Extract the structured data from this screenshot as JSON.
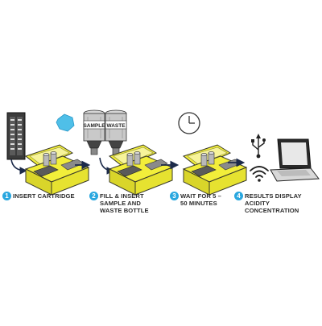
{
  "steps": [
    {
      "number": "1",
      "text": "INSERT CARTRIDGE"
    },
    {
      "number": "2",
      "text": "FILL & INSERT SAMPLE AND WASTE BOTTLE"
    },
    {
      "number": "3",
      "text": "WAIT FOR 5 – 50 MINUTES"
    },
    {
      "number": "4",
      "text": "RESULTS DISPLAY ACIDITY CONCENTRATION"
    }
  ],
  "bottle_labels": {
    "sample": "SAMPLE",
    "waste": "WASTE"
  },
  "icons": [
    "cartridge-icon",
    "yellow-device-icon",
    "sample-bottle-icon",
    "waste-bottle-icon",
    "water-drop-icon",
    "clock-icon",
    "usb-icon",
    "wifi-icon",
    "laptop-icon",
    "arrow-icon"
  ],
  "colors": {
    "device_yellow": "#f2ee3a",
    "device_outline": "#3a3a2a",
    "accent_blue": "#29a7df",
    "arrow_navy": "#1c2a4a",
    "text_dark": "#2b2b2b"
  }
}
